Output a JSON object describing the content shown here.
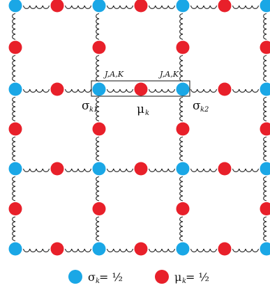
{
  "colors": {
    "sigma": "#1aa7e6",
    "mu": "#e8202a",
    "spring": "#222222"
  },
  "labels": {
    "spring_left": "J,A,K",
    "spring_right": "J,A,K",
    "sigma_left": "σ",
    "sigma_left_sub": "k1",
    "mu_center": "μ",
    "mu_center_sub": "k",
    "sigma_right": "σ",
    "sigma_right_sub": "k2"
  },
  "legend": [
    {
      "symbol": "σ",
      "sub": "k",
      "rest": " = ½",
      "kind": "sigma"
    },
    {
      "symbol": "μ",
      "sub": "k",
      "rest": " = ½",
      "kind": "mu"
    }
  ]
}
